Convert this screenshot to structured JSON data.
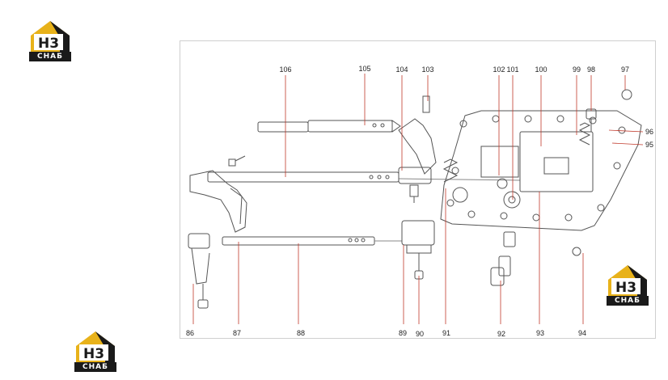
{
  "logo": {
    "mark": "H3",
    "caption": "СНАБ"
  },
  "callouts": {
    "c106": "106",
    "c105": "105",
    "c104": "104",
    "c103": "103",
    "c102": "102",
    "c101": "101",
    "c100": "100",
    "c99": "99",
    "c98": "98",
    "c97": "97",
    "c96": "96",
    "c95": "95",
    "c86": "86",
    "c87": "87",
    "c88": "88",
    "c89": "89",
    "c90": "90",
    "c91": "91",
    "c92": "92",
    "c93": "93",
    "c94": "94"
  },
  "colors": {
    "leader": "#c0392b",
    "brand_gold": "#e8b21a",
    "brand_dark": "#1a1a1a",
    "line": "#555555"
  }
}
